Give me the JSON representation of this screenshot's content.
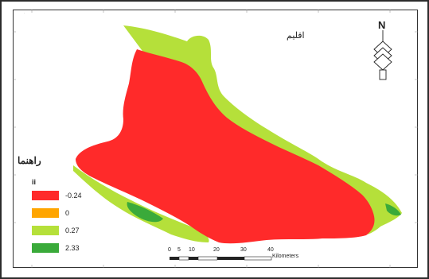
{
  "map": {
    "title": "اقليم",
    "north_label": "N"
  },
  "legend": {
    "title": "راهنما",
    "field": "ii",
    "items": [
      {
        "label": "-0.24",
        "color": "#ff2a2a"
      },
      {
        "label": "0",
        "color": "#ffa500"
      },
      {
        "label": "0.27",
        "color": "#b5e03a"
      },
      {
        "label": "2.33",
        "color": "#3aaa3a"
      }
    ]
  },
  "scale_bar": {
    "ticks": [
      "0",
      "5",
      "10",
      "20",
      "30",
      "40"
    ],
    "unit": "Kilometers"
  },
  "colors": {
    "low": "#ff2a2a",
    "mid": "#ffa500",
    "high": "#b5e03a",
    "top": "#3aaa3a"
  }
}
